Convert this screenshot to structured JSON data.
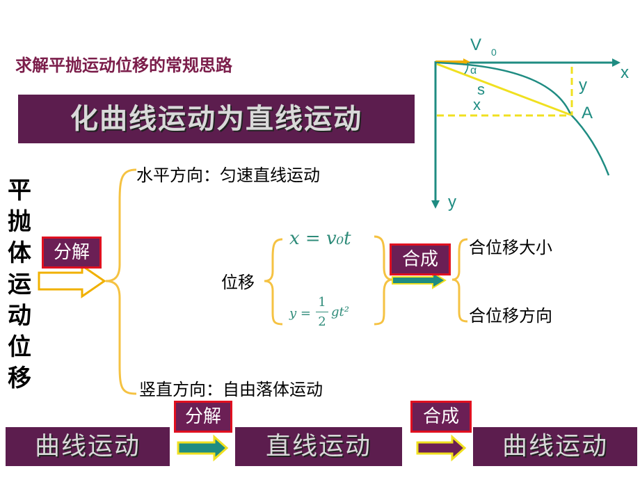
{
  "title": "求解平抛运动位移的常规思路",
  "banner": "化曲线运动为直线运动",
  "left_vertical": [
    "平",
    "抛",
    "体",
    "运",
    "动",
    "位",
    "移"
  ],
  "decompose_tag": "分解",
  "compose_tag": "合成",
  "horizontal": "水平方向：匀速直线运动",
  "vertical": "竖直方向：自由落体运动",
  "displacement": "位移",
  "formula_x": "x = v₀t",
  "formula_y_lhs": "y =",
  "formula_y_num": "1",
  "formula_y_den": "2",
  "formula_y_rest": "gt²",
  "result_magnitude": "合位移大小",
  "result_direction": "合位移方向",
  "bottom": {
    "box1": "曲线运动",
    "tag1": "分解",
    "box2": "直线运动",
    "tag2": "合成",
    "box3": "曲线运动"
  },
  "diagram": {
    "v0_label": "V",
    "v0_sub": "0",
    "x_axis": "x",
    "y_axis": "y",
    "y_seg": "y",
    "x_seg": "x",
    "s_label": "s",
    "alpha_label": "α",
    "point": "A"
  },
  "colors": {
    "teal": "#1f8c82",
    "maroon": "#5c1d4e",
    "yellow": "#f0e020",
    "brace": "#f5c242"
  }
}
